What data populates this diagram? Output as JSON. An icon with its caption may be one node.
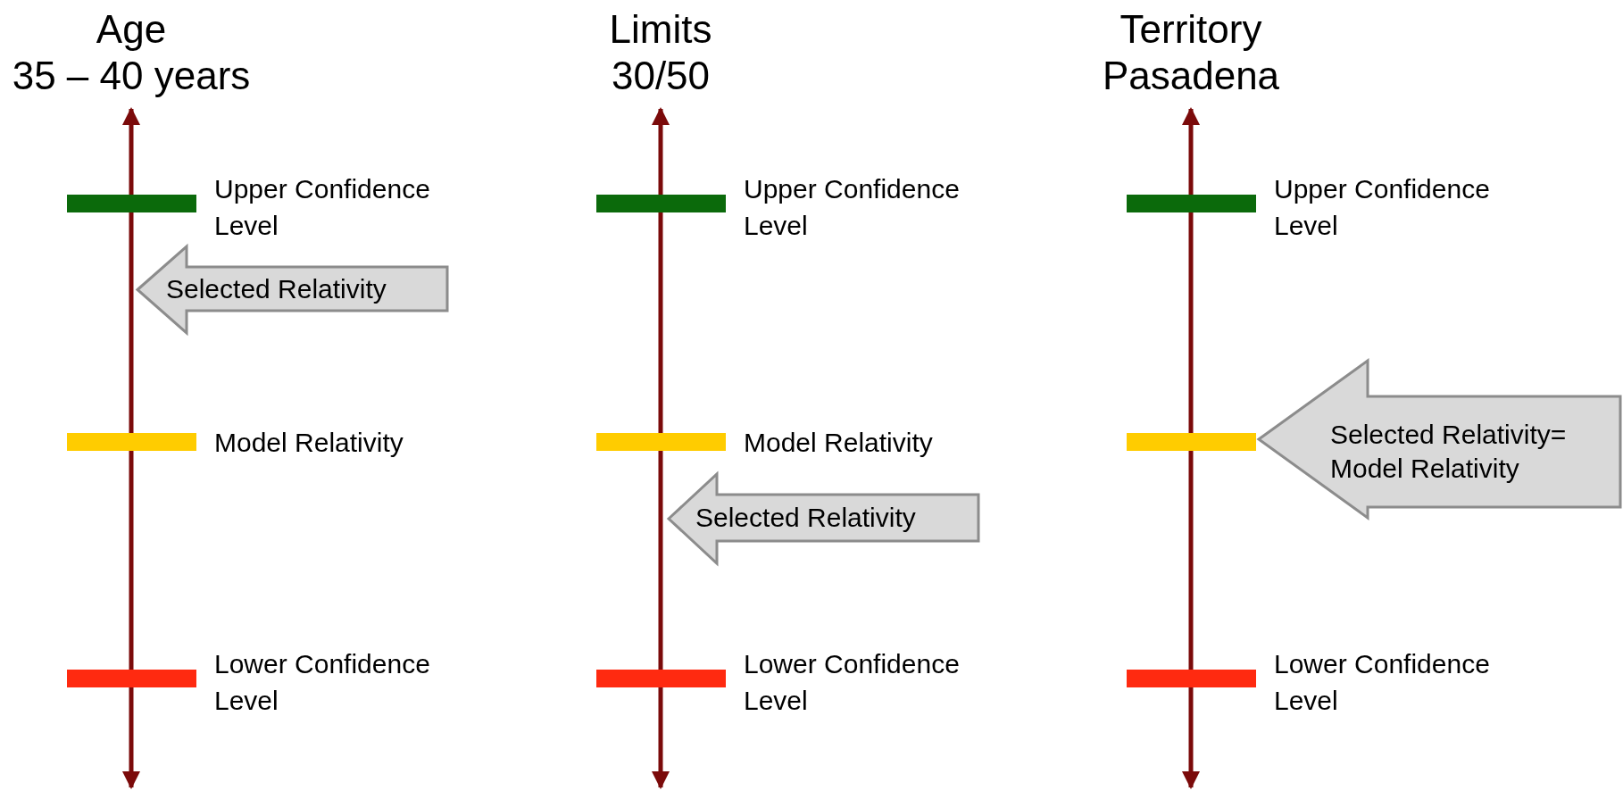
{
  "diagram": {
    "nodes": [
      {
        "text": [],
        "shape": "bar",
        "beside": [
          "Upper Confidence Level"
        ]
      },
      {
        "text": [
          "Selected Relativity"
        ]
      },
      {
        "text": [],
        "shape": "bar",
        "beside": [
          "Model Relativity"
        ]
      },
      {
        "text": [],
        "shape": "bar",
        "beside": [
          "Lower Confidence Level"
        ]
      },
      {
        "text": [],
        "shape": "bar",
        "beside": [
          "Upper Confidence Level"
        ]
      },
      {
        "text": [],
        "shape": "bar",
        "beside": [
          "Model Relativity"
        ]
      },
      {
        "text": [
          "Selected Relativity"
        ]
      },
      {
        "text": [],
        "shape": "bar",
        "beside": [
          "Lower Confidence Level"
        ]
      },
      {
        "text": [],
        "shape": "bar",
        "beside": [
          "Upper Confidence Level"
        ]
      },
      {
        "text": [],
        "shape": "bar"
      },
      {
        "text": [
          "Selected Relativity= Model Relativity"
        ]
      },
      {
        "text": [],
        "shape": "bar",
        "beside": [
          "Lower Confidence Level"
        ]
      }
    ],
    "labels": [
      "Age",
      "35 – 40 years",
      "Limits",
      "30/50",
      "Territory",
      "Pasadena"
    ]
  }
}
